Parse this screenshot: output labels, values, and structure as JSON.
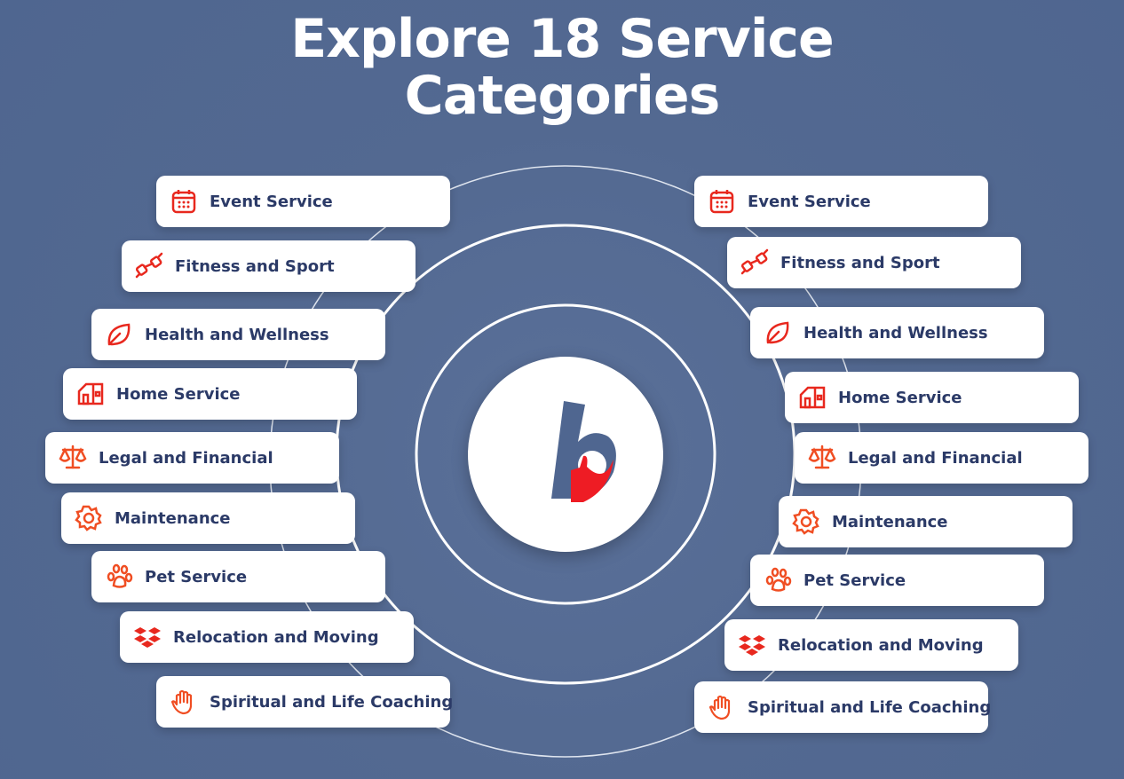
{
  "title_line1": "Explore 18 Service",
  "title_line2": "Categories",
  "colors": {
    "background": "#536991",
    "text": "#2b3a67",
    "accent": "#e8281e"
  },
  "left": [
    {
      "label": "Event Service",
      "icon": "calendar-icon"
    },
    {
      "label": "Fitness and Sport",
      "icon": "dumbbell-icon"
    },
    {
      "label": "Health and Wellness",
      "icon": "leaf-icon"
    },
    {
      "label": "Home Service",
      "icon": "house-icon"
    },
    {
      "label": "Legal and Financial",
      "icon": "scales-icon"
    },
    {
      "label": "Maintenance",
      "icon": "gear-icon"
    },
    {
      "label": "Pet Service",
      "icon": "paw-icon"
    },
    {
      "label": "Relocation and Moving",
      "icon": "boxes-icon"
    },
    {
      "label": "Spiritual and Life Coaching",
      "icon": "hand-icon"
    }
  ],
  "right": [
    {
      "label": "Event Service",
      "icon": "calendar-icon"
    },
    {
      "label": "Fitness and Sport",
      "icon": "dumbbell-icon"
    },
    {
      "label": "Health and Wellness",
      "icon": "leaf-icon"
    },
    {
      "label": "Home Service",
      "icon": "house-icon"
    },
    {
      "label": "Legal and Financial",
      "icon": "scales-icon"
    },
    {
      "label": "Maintenance",
      "icon": "gear-icon"
    },
    {
      "label": "Pet Service",
      "icon": "paw-icon"
    },
    {
      "label": "Relocation and Moving",
      "icon": "boxes-icon"
    },
    {
      "label": "Spiritual and Life Coaching",
      "icon": "hand-icon"
    }
  ]
}
